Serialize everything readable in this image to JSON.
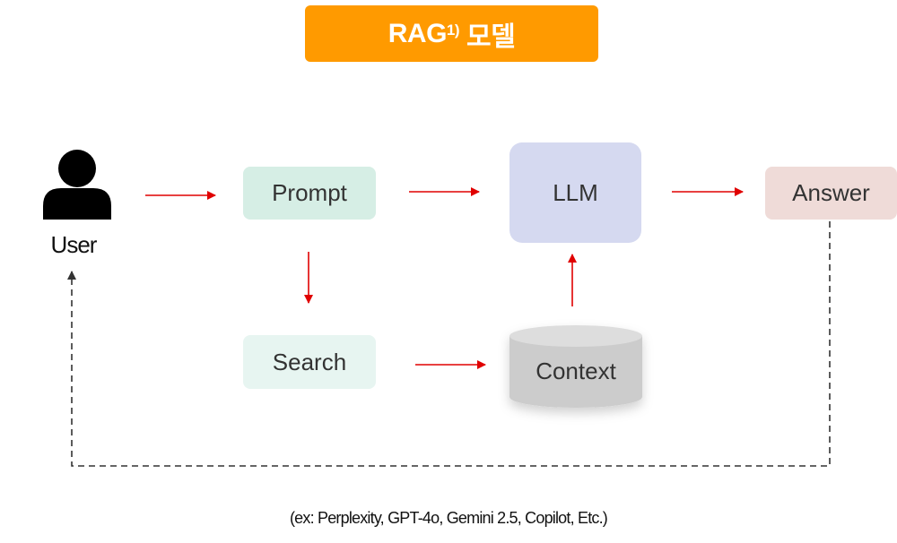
{
  "title": {
    "main": "RAG",
    "superscript": "1)",
    "suffix": "모델"
  },
  "nodes": {
    "user": "User",
    "prompt": "Prompt",
    "llm": "LLM",
    "answer": "Answer",
    "search": "Search",
    "context": "Context"
  },
  "footnote": "(ex: Perplexity, GPT-4o, Gemini 2.5, Copilot, Etc.)",
  "colors": {
    "title_bg": "#ff9a00",
    "prompt_bg": "#d6eee5",
    "search_bg": "#e7f5f1",
    "llm_bg": "#d5d9f0",
    "answer_bg": "#efdbd8",
    "context_bg": "#cccccc",
    "arrow": "#e00000",
    "feedback_line": "#333333"
  },
  "icons": {
    "user": "user-silhouette-icon",
    "context": "database-cylinder-icon"
  }
}
